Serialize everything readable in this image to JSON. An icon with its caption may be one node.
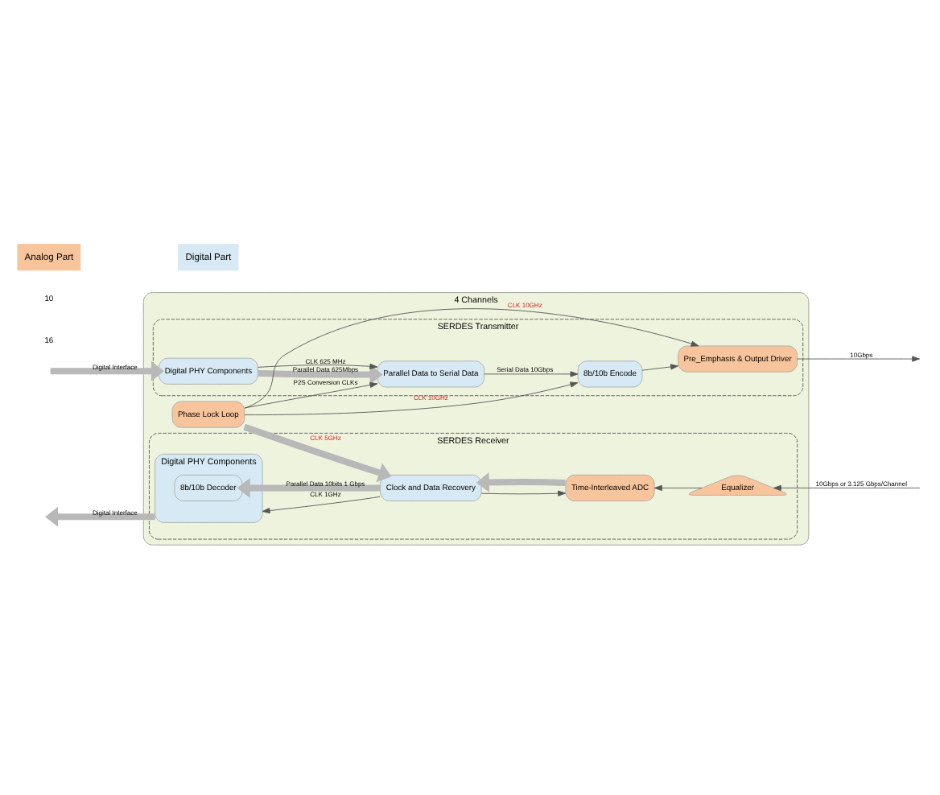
{
  "diagram": {
    "nodes": [
      {
        "text": [
          "4 Channels"
        ]
      },
      {
        "text": [
          "SERDES Transmitter"
        ],
        "in": 0
      },
      {
        "text": [
          "Digital PHY Components"
        ],
        "in": 1
      },
      {
        "text": [
          "Parallel Data to Serial Data"
        ],
        "in": 1
      },
      {
        "text": [
          "8b/10b Encode"
        ],
        "in": 1
      },
      {
        "text": [
          "Pre_Emphasis & Output Driver"
        ],
        "in": 1
      },
      {
        "text": [
          "Phase Lock Loop"
        ],
        "in": 0
      },
      {
        "text": [
          "SERDES Receiver"
        ],
        "in": 0
      },
      {
        "text": [
          "Digital PHY Components"
        ],
        "in": 7
      },
      {
        "text": [
          "8b/10b Decoder"
        ],
        "in": 8
      },
      {
        "text": [
          "Clock and Data Recovery"
        ],
        "in": 7
      },
      {
        "text": [
          "Time-Interleaved ADC"
        ],
        "in": 7
      },
      {
        "text": [
          "Equalizer"
        ],
        "in": 7
      }
    ],
    "edges": [
      {
        "from": null,
        "to": 2,
        "arrow": "to",
        "label": "Digital Interface",
        "style": "thick",
        "color": "#b8b8b8"
      },
      {
        "from": 2,
        "to": 3,
        "arrow": "to",
        "label": "Parallel Data 625Mbps",
        "style": "thick",
        "color": "#b8b8b8"
      },
      {
        "from": 2,
        "to": 3,
        "arrow": "to",
        "label": "CLK 625 MHz"
      },
      {
        "from": 3,
        "to": 4,
        "arrow": "to",
        "label": "Serial Data 10Gbps"
      },
      {
        "from": 4,
        "to": 5,
        "arrow": "to"
      },
      {
        "from": 5,
        "to": null,
        "arrow": "to",
        "label": "10Gbps"
      },
      {
        "from": 6,
        "to": 3,
        "arrow": "to",
        "label": "P2S Conversion CLKs"
      },
      {
        "from": 6,
        "to": 4,
        "arrow": "to",
        "label": "CLK 10GHz"
      },
      {
        "from": 6,
        "to": 5,
        "arrow": "to",
        "label": "CLK 10GHz"
      },
      {
        "from": 6,
        "to": 10,
        "arrow": "to",
        "label": "CLK 5GHz",
        "style": "thick",
        "color": "#b8b8b8"
      },
      {
        "from": 10,
        "to": 8,
        "arrow": "to",
        "label": "CLK 1GHz"
      },
      {
        "from": 10,
        "to": 9,
        "arrow": "to",
        "label": "Parallel Data 10bits 1 Gbps",
        "style": "thick",
        "color": "#b8b8b8"
      },
      {
        "from": 10,
        "to": 11,
        "arrow": "to"
      },
      {
        "from": 11,
        "to": 10,
        "arrow": "to",
        "style": "thick",
        "color": "#b8b8b8"
      },
      {
        "from": 12,
        "to": 11,
        "arrow": "to"
      },
      {
        "from": null,
        "to": 12,
        "arrow": "to",
        "label": "10Gbps or 3.125 Gbps/Channel"
      },
      {
        "from": 8,
        "to": null,
        "arrow": "to",
        "label": "Digital Interface",
        "style": "thick",
        "color": "#b8b8b8"
      }
    ],
    "labels": [
      "16",
      "10"
    ],
    "legend": [
      {
        "text": "Analog Part",
        "color": "#f8c49c"
      },
      {
        "text": "Digital Part",
        "color": "#d6e9f4"
      }
    ]
  }
}
